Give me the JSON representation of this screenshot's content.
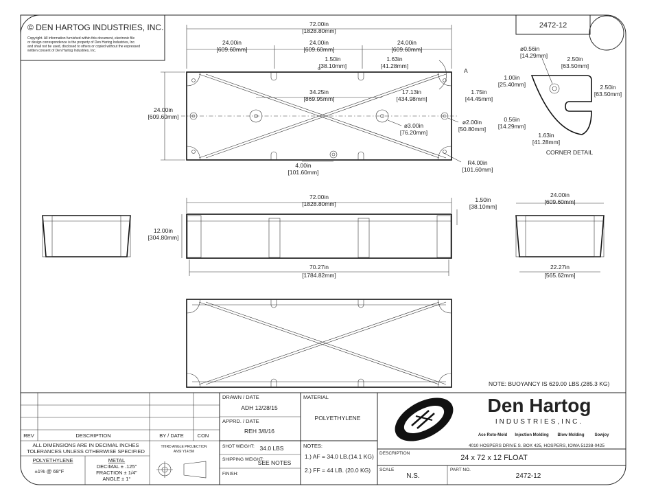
{
  "header": {
    "copyright": "© DEN HARTOG INDUSTRIES, INC.",
    "copyright_text": [
      "Copyright. All information furnished within this document, electronic file",
      "or design correspondence is the property of Den Hartog Industries, Inc.",
      "and shall not be used, disclosed to others or copied without the expressed",
      "written consent of Den Hartog Industries, Inc."
    ],
    "part_box": "2472-12"
  },
  "top_view": {
    "overall_length": [
      "72.00in",
      "[1828.80mm]"
    ],
    "seg_left": [
      "24.00in",
      "[609.60mm]"
    ],
    "seg_mid": [
      "24.00in",
      "[609.60mm]"
    ],
    "seg_right": [
      "24.00in",
      "[609.60mm]"
    ],
    "notch_width": [
      "1.50in",
      "[38.10mm]"
    ],
    "notch_depth": [
      "1.63in",
      "[41.28mm]"
    ],
    "hole_spacing": [
      "34.25in",
      "[869.95mm]"
    ],
    "hole_offset": [
      "17.13in",
      "[434.98mm]"
    ],
    "edge_offset": [
      "1.75in",
      "[44.45mm]"
    ],
    "width": [
      "24.00in",
      "[609.60mm]"
    ],
    "big_hole": [
      "ø3.00in",
      "[76.20mm]"
    ],
    "small_hole": [
      "ø2.00in",
      "[50.80mm]"
    ],
    "bottom_offset": [
      "4.00in",
      "[101.60mm]"
    ],
    "radius": [
      "R4.00in",
      "[101.60mm]"
    ],
    "section_mark": "A"
  },
  "corner_detail": {
    "title": "CORNER DETAIL",
    "hole_dia": [
      "ø0.56in",
      "[14.29mm]"
    ],
    "width": [
      "2.50in",
      "[63.50mm]"
    ],
    "hole_offset": [
      "1.00in",
      "[25.40mm]"
    ],
    "height": [
      "2.50in",
      "[63.50mm]"
    ],
    "slot_width": [
      "0.56in",
      "[14.29mm]"
    ],
    "slot_depth": [
      "1.63in",
      "[41.28mm]"
    ]
  },
  "side_view": {
    "overall_length": [
      "72.00in",
      "[1828.80mm]"
    ],
    "lip": [
      "1.50in",
      "[38.10mm]"
    ],
    "height": [
      "12.00in",
      "[304.80mm]"
    ],
    "bottom_length": [
      "70.27in",
      "[1784.82mm]"
    ]
  },
  "end_view": {
    "top_width": [
      "24.00in",
      "[609.60mm]"
    ],
    "bottom_width": [
      "22.27in",
      "[565.62mm]"
    ]
  },
  "buoyancy_note": "NOTE: BUOYANCY IS 629.00 LBS.(285.3 KG)",
  "title_block": {
    "rev_headers": [
      "REV",
      "DESCRIPTION",
      "BY / DATE",
      "CON"
    ],
    "tolerance_line1": "ALL DIMENSIONS ARE IN DECIMAL INCHES",
    "tolerance_line2": "TOLERANCES UNLESS OTHERWISE SPECIFIED",
    "polyethylene_label": "POLYETHYLENE",
    "polyethylene_tol": "±1% @ 68°F",
    "metal_label": "METAL",
    "decimal_tol": "DECIMAL ± .125\"",
    "fraction_tol": "FRACTION ± 1/4\"",
    "angle_tol": "ANGLE ± 1°",
    "projection_label": [
      "THIRD ANGLE PROJECTION",
      "ANSI Y14.5M"
    ],
    "drawn_label": "DRAWN / DATE",
    "drawn_value": "ADH 12/28/15",
    "apprd_label": "APPRD. / DATE",
    "apprd_value": "REH 3/8/16",
    "shot_label": "SHOT WEIGHT:",
    "shot_value": "34.0 LBS",
    "shipping_label": "SHIPPING WEIGHT:",
    "shipping_value": "SEE NOTES",
    "finish_label": "FINISH:",
    "material_label": "MATERIAL",
    "material_value": "POLYETHYLENE",
    "notes_label": "NOTES:",
    "note1": "1.) AF = 34.0 LB.(14.1 KG)",
    "note2": "2.) FF = 44 LB. (20.0 KG)",
    "company_name": "Den Hartog",
    "company_sub": "INDUSTRIES,INC.",
    "services": [
      "Ace Roto-Mold",
      "Injection Molding",
      "Blow Molding",
      "Sowjoy"
    ],
    "address": "4010 HOSPERS DRIVE S.  BOX 425, HOSPERS, IOWA 51238-0425",
    "description_label": "DESCRIPTION",
    "description_value": "24 x 72 x 12 FLOAT",
    "scale_label": "SCALE",
    "scale_value": "N.S.",
    "part_label": "PART NO.",
    "part_value": "2472-12"
  }
}
